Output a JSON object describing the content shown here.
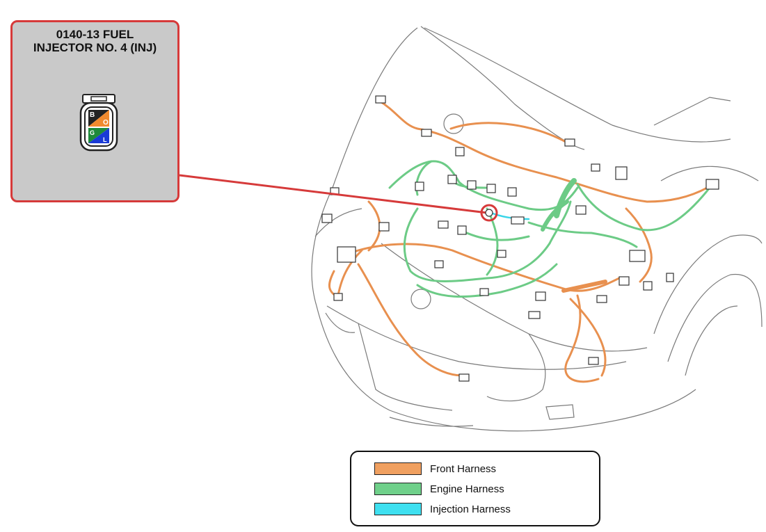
{
  "connector_callout": {
    "title_line1": "0140-13 FUEL",
    "title_line2": "INJECTOR NO. 4 (INJ)",
    "pins": [
      {
        "letter": "B",
        "color": "#222222"
      },
      {
        "letter": "O",
        "color": "#f08a2e"
      },
      {
        "letter": "G",
        "color": "#1e8a3a"
      },
      {
        "letter": "L",
        "color": "#1a3ad6"
      }
    ],
    "border_color": "#d63a3a",
    "background_color": "#c9c9c9"
  },
  "legend": {
    "items": [
      {
        "label": "Front Harness",
        "color": "#f0a060"
      },
      {
        "label": "Engine Harness",
        "color": "#6fd08a"
      },
      {
        "label": "Injection Harness",
        "color": "#3fe0f0"
      }
    ]
  },
  "colors": {
    "front_harness": "#e8904f",
    "engine_harness": "#6ccb86",
    "injection_harness": "#38d5e8",
    "callout_line": "#d63a3a",
    "outline": "#555555"
  }
}
